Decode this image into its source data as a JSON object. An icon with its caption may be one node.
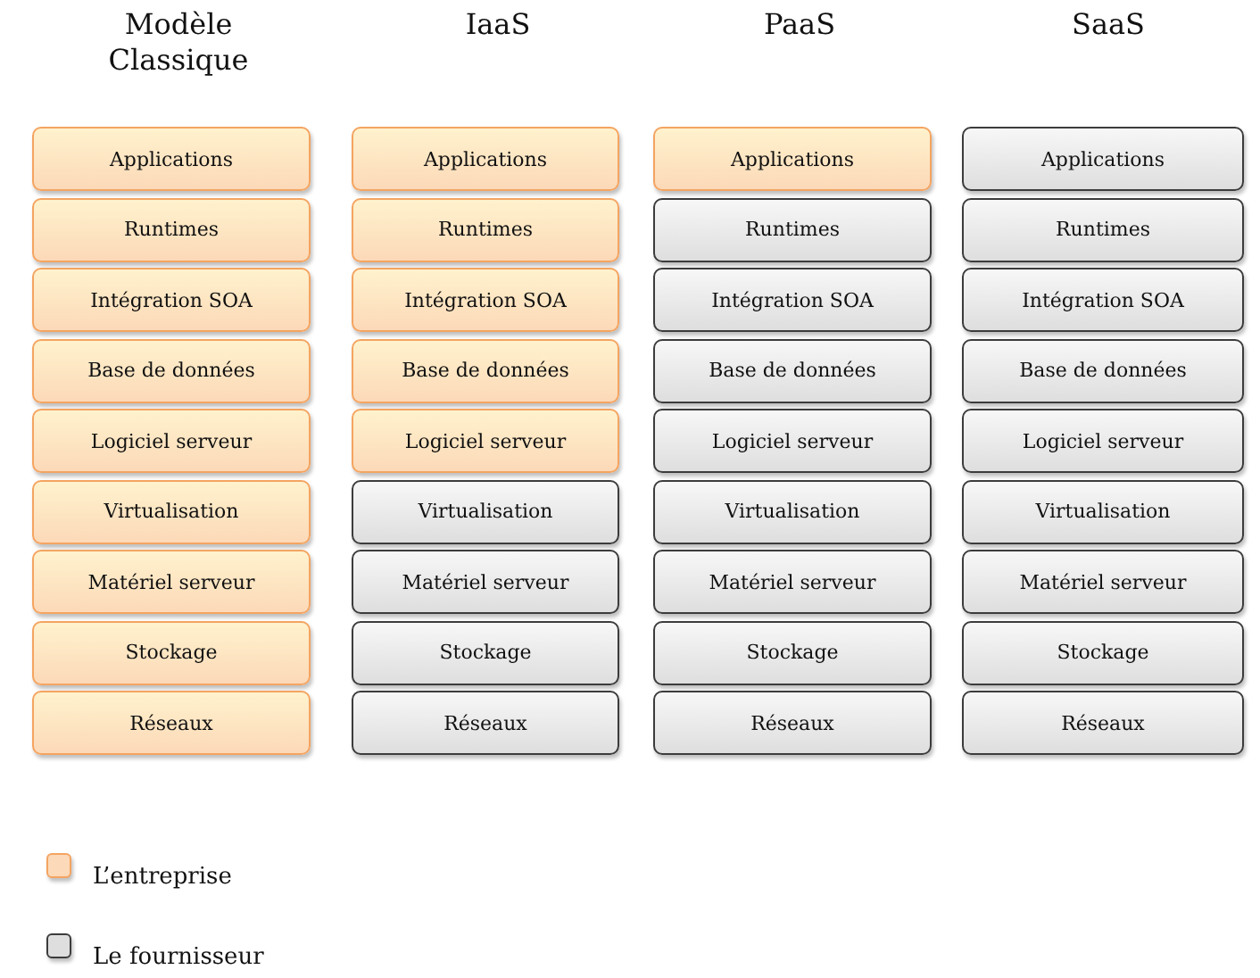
{
  "diagram": {
    "nodes": [
      {
        "text": [
          "Applications"
        ]
      },
      {
        "text": [
          "Runtimes"
        ]
      },
      {
        "text": [
          "Intégration SOA"
        ]
      },
      {
        "text": [
          "Base de données"
        ]
      },
      {
        "text": [
          "Logiciel serveur"
        ]
      },
      {
        "text": [
          "Virtualisation"
        ]
      },
      {
        "text": [
          "Matériel serveur"
        ]
      },
      {
        "text": [
          "Stockage"
        ]
      },
      {
        "text": [
          "Réseaux"
        ]
      },
      {
        "text": [
          "Applications"
        ]
      },
      {
        "text": [
          "Runtimes"
        ]
      },
      {
        "text": [
          "Intégration SOA"
        ]
      },
      {
        "text": [
          "Base de données"
        ]
      },
      {
        "text": [
          "Logiciel serveur"
        ]
      },
      {
        "text": [
          "Virtualisation"
        ]
      },
      {
        "text": [
          "Matériel serveur"
        ]
      },
      {
        "text": [
          "Stockage"
        ]
      },
      {
        "text": [
          "Réseaux"
        ]
      },
      {
        "text": [
          "Applications"
        ]
      },
      {
        "text": [
          "Runtimes"
        ]
      },
      {
        "text": [
          "Intégration SOA"
        ]
      },
      {
        "text": [
          "Base de données"
        ]
      },
      {
        "text": [
          "Logiciel serveur"
        ]
      },
      {
        "text": [
          "Virtualisation"
        ]
      },
      {
        "text": [
          "Matériel serveur"
        ]
      },
      {
        "text": [
          "Stockage"
        ]
      },
      {
        "text": [
          "Réseaux"
        ]
      },
      {
        "text": [
          "Applications"
        ]
      },
      {
        "text": [
          "Runtimes"
        ]
      },
      {
        "text": [
          "Intégration SOA"
        ]
      },
      {
        "text": [
          "Base de données"
        ]
      },
      {
        "text": [
          "Logiciel serveur"
        ]
      },
      {
        "text": [
          "Virtualisation"
        ]
      },
      {
        "text": [
          "Matériel serveur"
        ]
      },
      {
        "text": [
          "Stockage"
        ]
      },
      {
        "text": [
          "Réseaux"
        ]
      }
    ],
    "labels": [
      "Modèle Classique",
      "IaaS",
      "PaaS",
      "SaaS"
    ],
    "legend": [
      {
        "text": "L’entreprise",
        "color": "#fcd9b8"
      },
      {
        "text": "Le fournisseur",
        "color": "#dedede"
      }
    ]
  }
}
